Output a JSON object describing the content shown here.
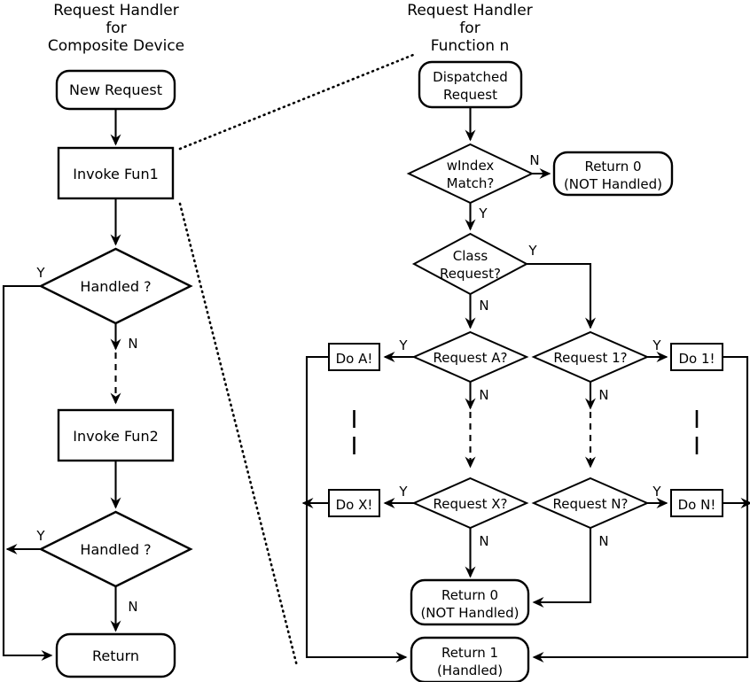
{
  "diagram": {
    "title_left": {
      "line1": "Request Handler",
      "line2": "for",
      "line3": "Composite Device"
    },
    "title_right": {
      "line1": "Request Handler",
      "line2": "for",
      "line3": "Function n"
    },
    "left_column": {
      "nodes": {
        "new_request": "New Request",
        "invoke_fun1": "Invoke Fun1",
        "handled1": "Handled ?",
        "invoke_fun2": "Invoke Fun2",
        "handled2": "Handled ?",
        "return": "Return"
      },
      "labels": {
        "handled1_yes": "Y",
        "handled1_no": "N",
        "handled2_yes": "Y",
        "handled2_no": "N"
      }
    },
    "right_column": {
      "nodes": {
        "dispatched_request": {
          "line1": "Dispatched",
          "line2": "Request"
        },
        "windex_match": {
          "line1": "wIndex",
          "line2": "Match?"
        },
        "return0_top": {
          "line1": "Return 0",
          "line2": "(NOT Handled)"
        },
        "class_request": {
          "line1": "Class",
          "line2": "Request?"
        },
        "request_a": "Request A?",
        "request_1": "Request 1?",
        "request_x": "Request X?",
        "request_n": "Request N?",
        "do_a": "Do A!",
        "do_1": "Do 1!",
        "do_x": "Do X!",
        "do_n": "Do N!",
        "return0_bottom": {
          "line1": "Return 0",
          "line2": "(NOT Handled)"
        },
        "return1": {
          "line1": "Return 1",
          "line2": "(Handled)"
        }
      },
      "labels": {
        "windex_no": "N",
        "windex_yes": "Y",
        "class_yes": "Y",
        "class_no": "N",
        "request_a_yes": "Y",
        "request_a_no": "N",
        "request_1_yes": "Y",
        "request_1_no": "N",
        "request_x_yes": "Y",
        "request_x_no": "N",
        "request_n_yes": "Y",
        "request_n_no": "N"
      }
    },
    "colors": {
      "stroke": "#000000",
      "fill": "#ffffff",
      "text": "#000000"
    }
  }
}
